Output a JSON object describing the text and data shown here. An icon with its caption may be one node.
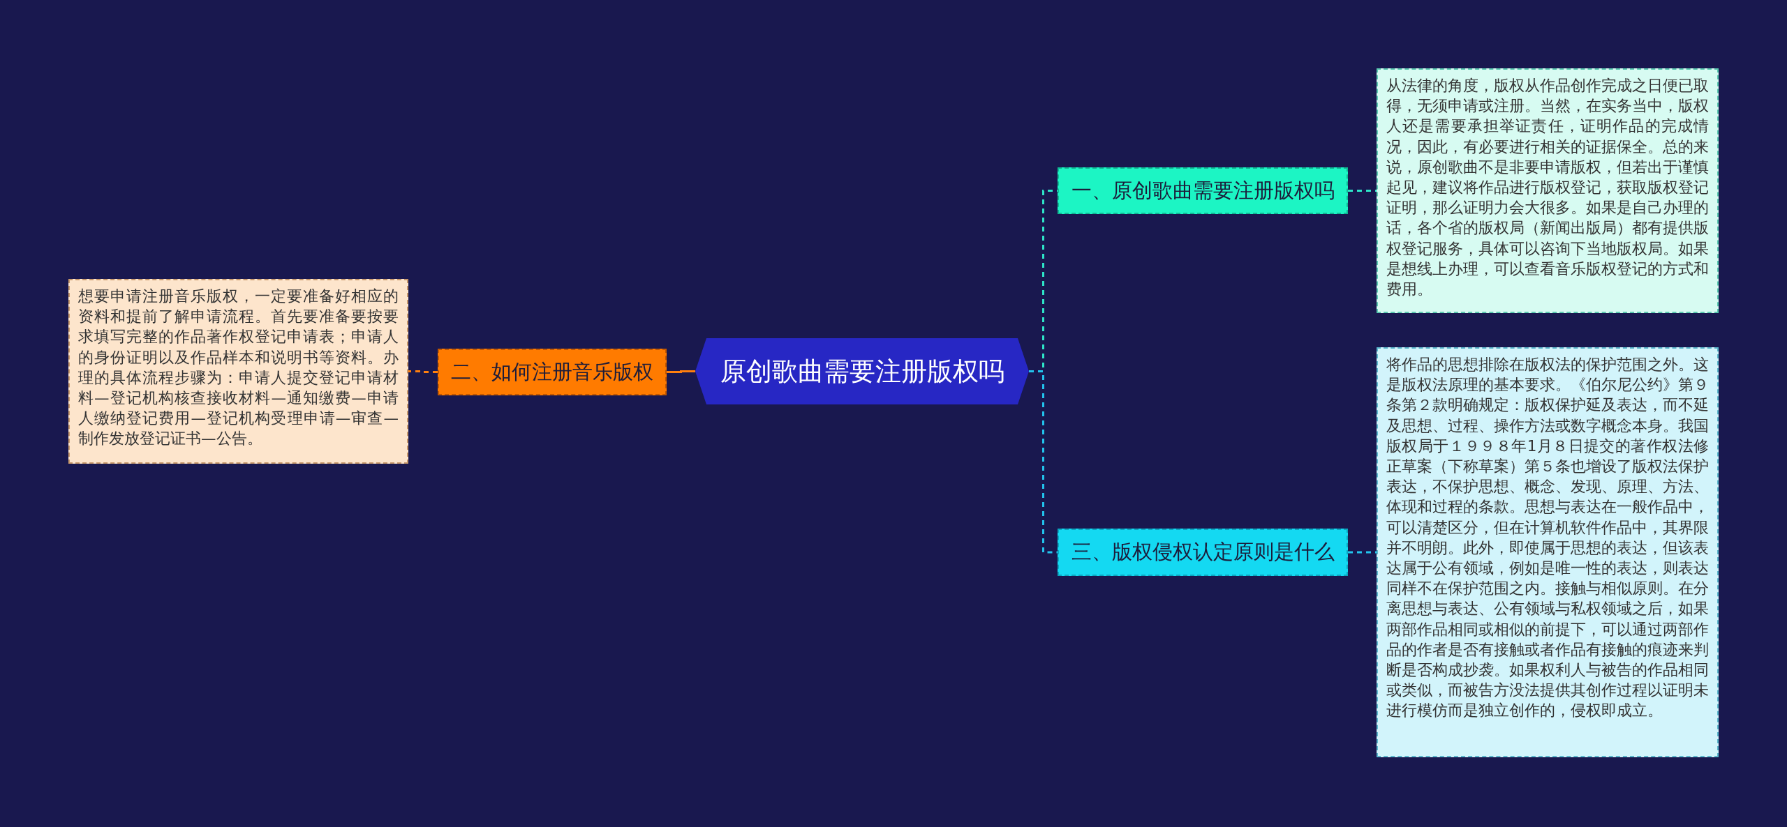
{
  "diagram": {
    "nodes": [
      {
        "text": [
          "原创歌曲需要注册版权吗"
        ]
      },
      {
        "text": [
          "一、原创歌曲需要注册版权吗"
        ]
      },
      {
        "text": [
          "从法律的角度，版权从作品创作完成之日便已取得，无须申请或注册。当然，在实务当中，版权人还是需要承担举证责任，证明作品的完成情况，因此，有必要进行相关的证据保全。总的来说，原创歌曲不是非要申请版权，但若出于谨慎起见，建议将作品进行版权登记，获取版权登记证明，那么证明力会大很多。如果是自己办理的话，各个省的版权局（新闻出版局）都有提供版权登记服务，具体可以咨询下当地版权局。如果是想线上办理，可以查看音乐版权登记的方式和费用。"
        ]
      },
      {
        "text": [
          "三、版权侵权认定原则是什么"
        ]
      },
      {
        "text": [
          "将作品的思想排除在版权法的保护范围之外。这是版权法原理的基本要求。《伯尔尼公约》第９条第２款明确规定：版权保护延及表达，而不延及思想、过程、操作方法或数字概念本身。我国版权局于１９９８年1月８日提交的著作权法修正草案（下称草案）第５条也增设了版权法保护表达，不保护思想、概念、发现、原理、方法、体现和过程的条款。思想与表达在一般作品中，可以清楚区分，但在计算机软件作品中，其界限并不明朗。此外，即使属于思想的表达，但该表达属于公有领域，例如是唯一性的表达，则表达同样不在保护范围之内。接触与相似原则。在分离思想与表达、公有领域与私权领域之后，如果两部作品相同或相似的前提下，可以通过两部作品的作者是否有接触或者作品有接触的痕迹来判断是否构成抄袭。如果权利人与被告的作品相同或类似，而被告方没法提供其创作过程以证明未进行模仿而是独立创作的，侵权即成立。"
        ]
      },
      {
        "text": [
          "二、如何注册音乐版权"
        ]
      },
      {
        "text": [
          "想要申请注册音乐版权，一定要准备好相应的资料和提前了解申请流程。首先要准备要按要求填写完整的作品著作权登记申请表；申请人的身份证明以及作品样本和说明书等资料。办理的具体流程步骤为：申请人提交登记申请材料—登记机构核查接收材料—通知缴费—申请人缴纳登记费用—登记机构受理申请—审查—制作发放登记证书—公告。"
        ]
      }
    ],
    "edges": [
      {
        "from": 0,
        "to": 1,
        "arrow": "none",
        "style": "dashed",
        "color": "#2ee6c9"
      },
      {
        "from": 1,
        "to": 2,
        "arrow": "none",
        "style": "dashed",
        "color": "#2ee6c9"
      },
      {
        "from": 0,
        "to": 3,
        "arrow": "none",
        "style": "dashed",
        "color": "#22c4ee"
      },
      {
        "from": 3,
        "to": 4,
        "arrow": "none",
        "style": "dashed",
        "color": "#22c4ee"
      },
      {
        "from": 0,
        "to": 5,
        "arrow": "none",
        "color": "#ff7f0e"
      },
      {
        "from": 5,
        "to": 6,
        "arrow": "none",
        "style": "dashed",
        "color": "#ff7f0e"
      }
    ]
  }
}
